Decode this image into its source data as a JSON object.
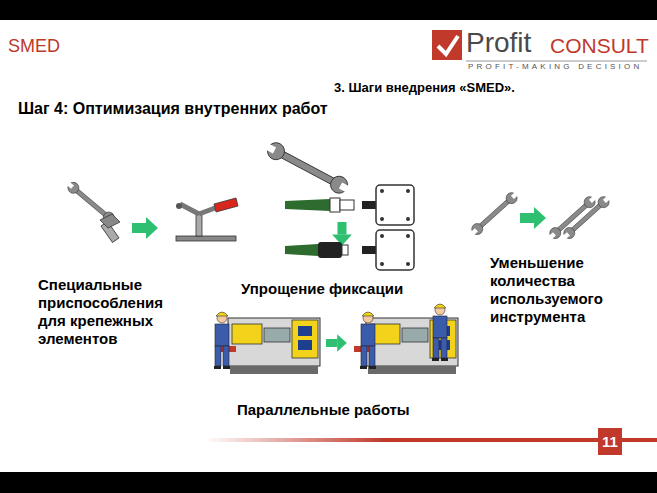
{
  "diagram": {
    "title": "Шаг 4: Оптимизация внутренних работ",
    "nodes": [
      {
        "text": [
          "11"
        ]
      }
    ],
    "labels": [
      "SMED",
      "Profit",
      "CONSULT",
      "PROFIT-MAKING DECISION",
      "3. Шаги внедрения «SMED».",
      "Специальные приспособления для крепежных элементов",
      "Упрощение фиксации",
      "Уменьшение количества используемого инструмента",
      "Параллельные работы"
    ]
  }
}
